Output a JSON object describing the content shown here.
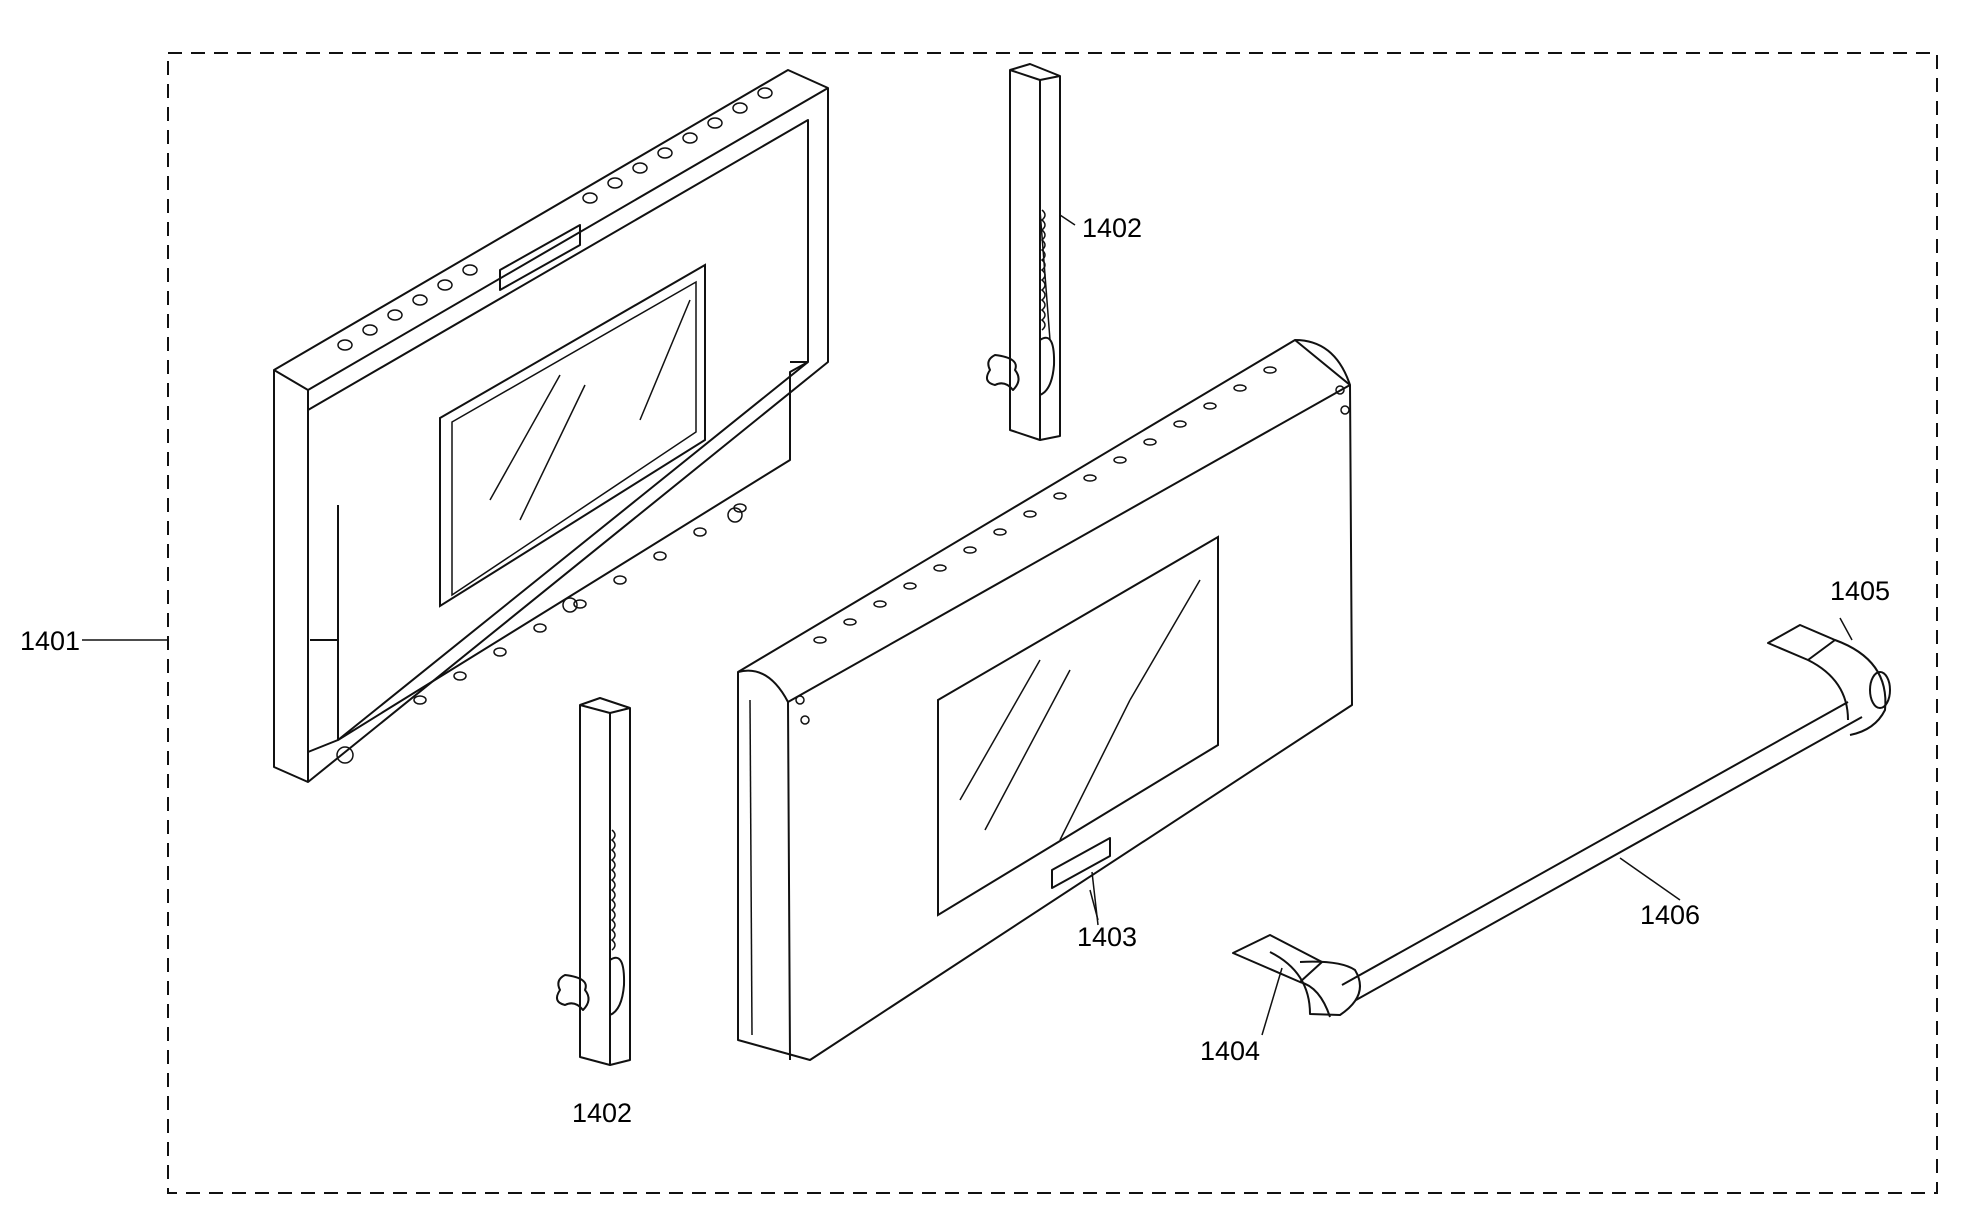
{
  "labels": {
    "p1401": "1401",
    "p1402_top": "1402",
    "p1402_bottom": "1402",
    "p1403": "1403",
    "p1404": "1404",
    "p1405": "1405",
    "p1406": "1406"
  }
}
